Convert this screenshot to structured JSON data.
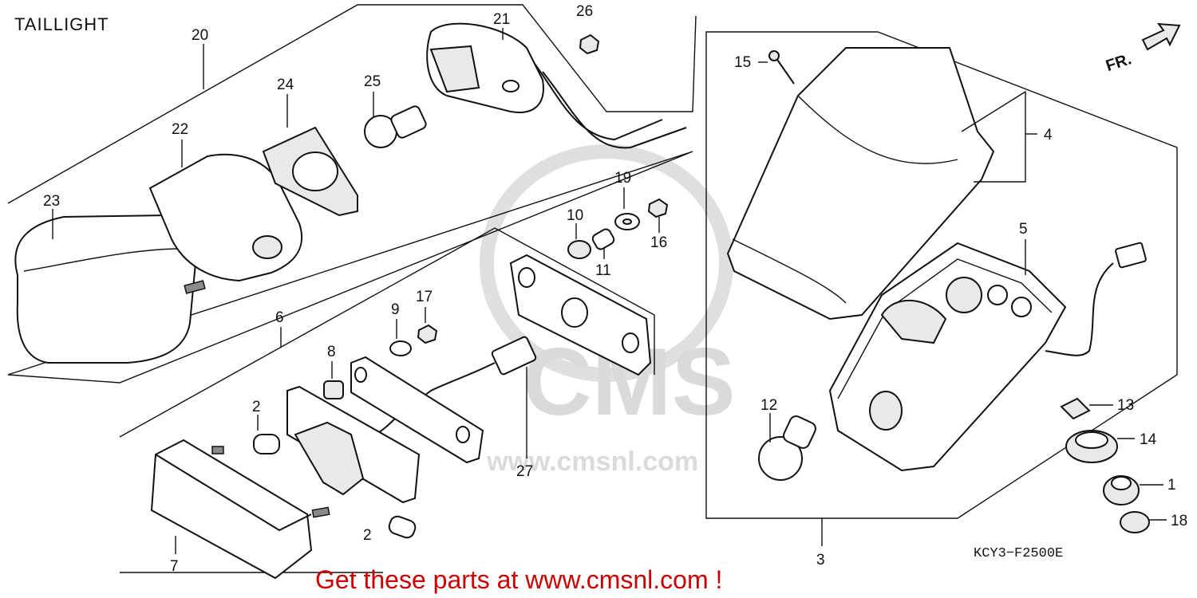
{
  "diagram": {
    "title": "TAILLIGHT",
    "drawing_code": "KCY3−F2500E",
    "direction_label": "FR.",
    "watermark_text": "CMS",
    "watermark_url": "www.cmsnl.com",
    "promo_text": "Get these parts at www.cmsnl.com !",
    "promo_color": "#cc0000",
    "part_numbers": {
      "p1": "1",
      "p2a": "2",
      "p2b": "2",
      "p3": "3",
      "p4": "4",
      "p5": "5",
      "p6": "6",
      "p7": "7",
      "p8": "8",
      "p9": "9",
      "p10": "10",
      "p11": "11",
      "p12": "12",
      "p13": "13",
      "p14": "14",
      "p15": "15",
      "p16": "16",
      "p17": "17",
      "p18": "18",
      "p19": "19",
      "p20": "20",
      "p21": "21",
      "p22": "22",
      "p23": "23",
      "p24": "24",
      "p25": "25",
      "p26": "26",
      "p27": "27"
    }
  }
}
